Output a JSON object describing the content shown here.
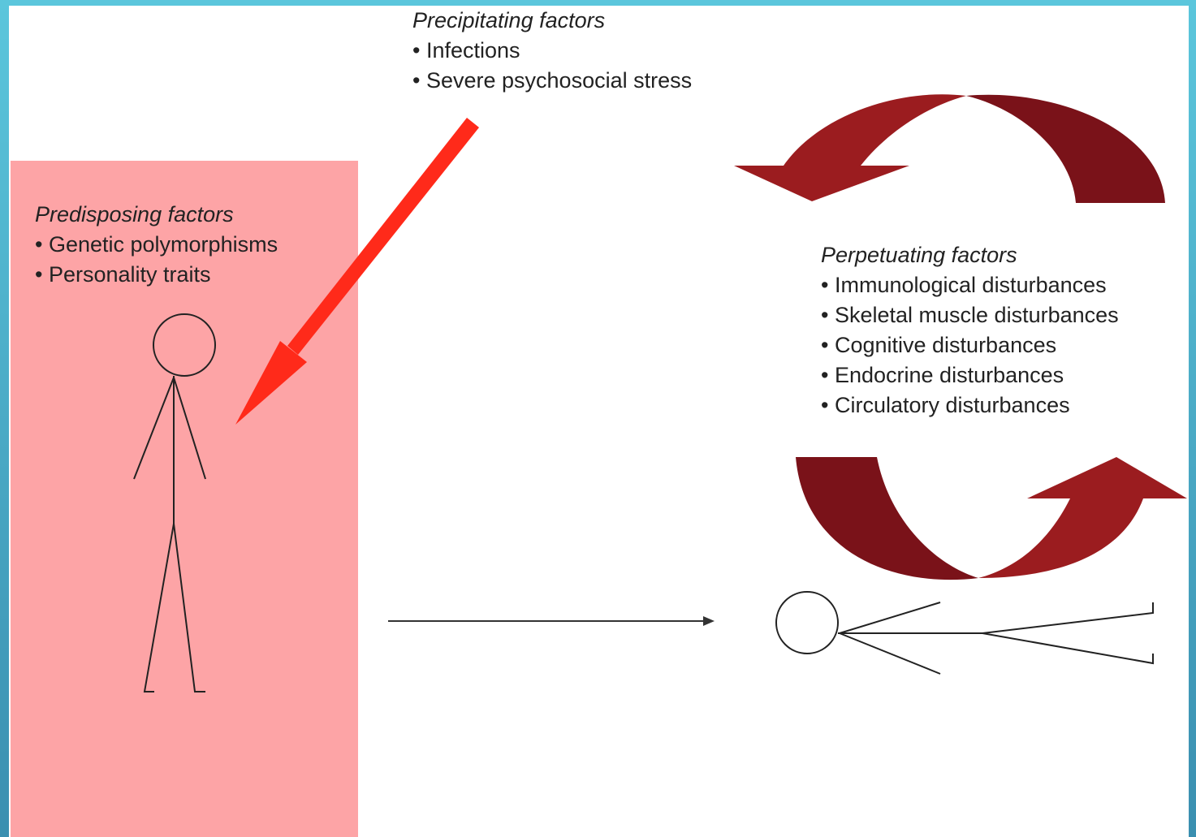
{
  "precipitating": {
    "heading": "Precipitating factors",
    "items": [
      "Infections",
      "Severe psychosocial stress"
    ]
  },
  "predisposing": {
    "heading": "Predisposing factors",
    "items": [
      "Genetic polymorphisms",
      "Personality traits"
    ]
  },
  "perpetuating": {
    "heading": "Perpetuating factors",
    "items": [
      "Immunological disturbances",
      "Skeletal muscle disturbances",
      "Cognitive disturbances",
      "Endocrine disturbances",
      "Circulatory disturbances"
    ]
  },
  "colors": {
    "frame": "#5bc6dc",
    "predisposing_panel": "#fda4a6",
    "precipitating_arrow": "#ff2a1a",
    "cycle_arrow_light": "#9b1c1f",
    "cycle_arrow_dark": "#7a1219",
    "line": "#222222"
  }
}
